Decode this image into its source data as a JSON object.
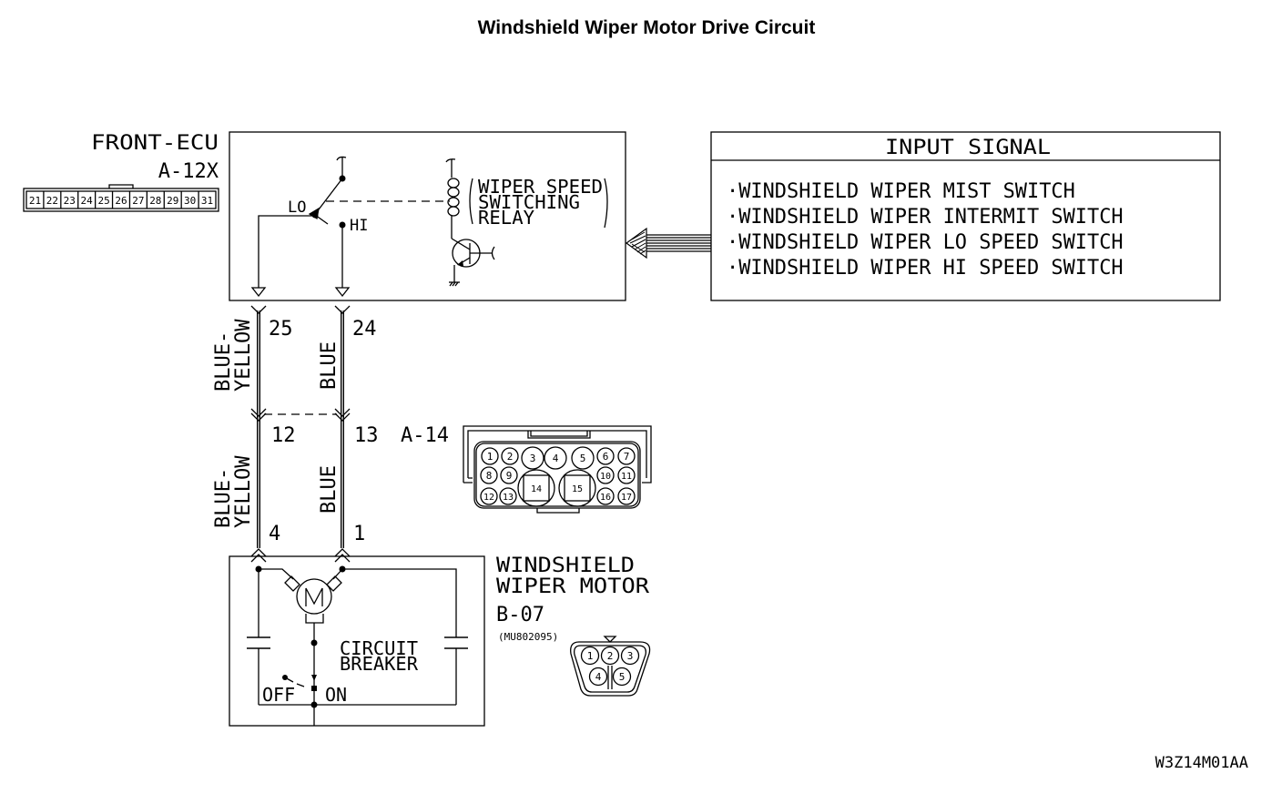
{
  "title": "Windshield Wiper Motor Drive Circuit",
  "figure_code": "W3Z14M01AA",
  "ecu": {
    "name": "FRONT-ECU",
    "connector_id": "A-12X",
    "connector_pins": [
      "21",
      "22",
      "23",
      "24",
      "25",
      "26",
      "27",
      "28",
      "29",
      "30",
      "31"
    ],
    "switch_labels": {
      "lo": "LO",
      "hi": "HI"
    },
    "relay_label": [
      "WIPER SPEED",
      "SWITCHING",
      "RELAY"
    ]
  },
  "input_signal": {
    "header": "INPUT SIGNAL",
    "items": [
      "WINDSHIELD WIPER MIST SWITCH",
      "WINDSHIELD WIPER INTERMIT SWITCH",
      "WINDSHIELD WIPER LO SPEED SWITCH",
      "WINDSHIELD WIPER HI SPEED SWITCH"
    ],
    "bullet": "·"
  },
  "wires": {
    "left": {
      "upper_color": [
        "BLUE-",
        "YELLOW"
      ],
      "lower_color": [
        "BLUE-",
        "YELLOW"
      ],
      "pin_ecu": "25",
      "pin_junction": "12",
      "pin_motor": "4"
    },
    "right": {
      "upper_color": [
        "BLUE"
      ],
      "lower_color": [
        "BLUE"
      ],
      "pin_ecu": "24",
      "pin_junction": "13",
      "pin_motor": "1"
    }
  },
  "junction_connector": {
    "id": "A-14",
    "pins": [
      "1",
      "2",
      "3",
      "4",
      "5",
      "6",
      "7",
      "8",
      "9",
      "10",
      "11",
      "12",
      "13",
      "14",
      "15",
      "16",
      "17"
    ]
  },
  "motor": {
    "name": [
      "WINDSHIELD",
      "WIPER MOTOR"
    ],
    "connector_id": "B-07",
    "part_number": "(MU802095)",
    "symbol": "M",
    "breaker_label": [
      "CIRCUIT",
      "BREAKER"
    ],
    "off_label": "OFF",
    "on_label": "ON",
    "connector_pins": [
      "1",
      "2",
      "3",
      "4",
      "5"
    ]
  }
}
